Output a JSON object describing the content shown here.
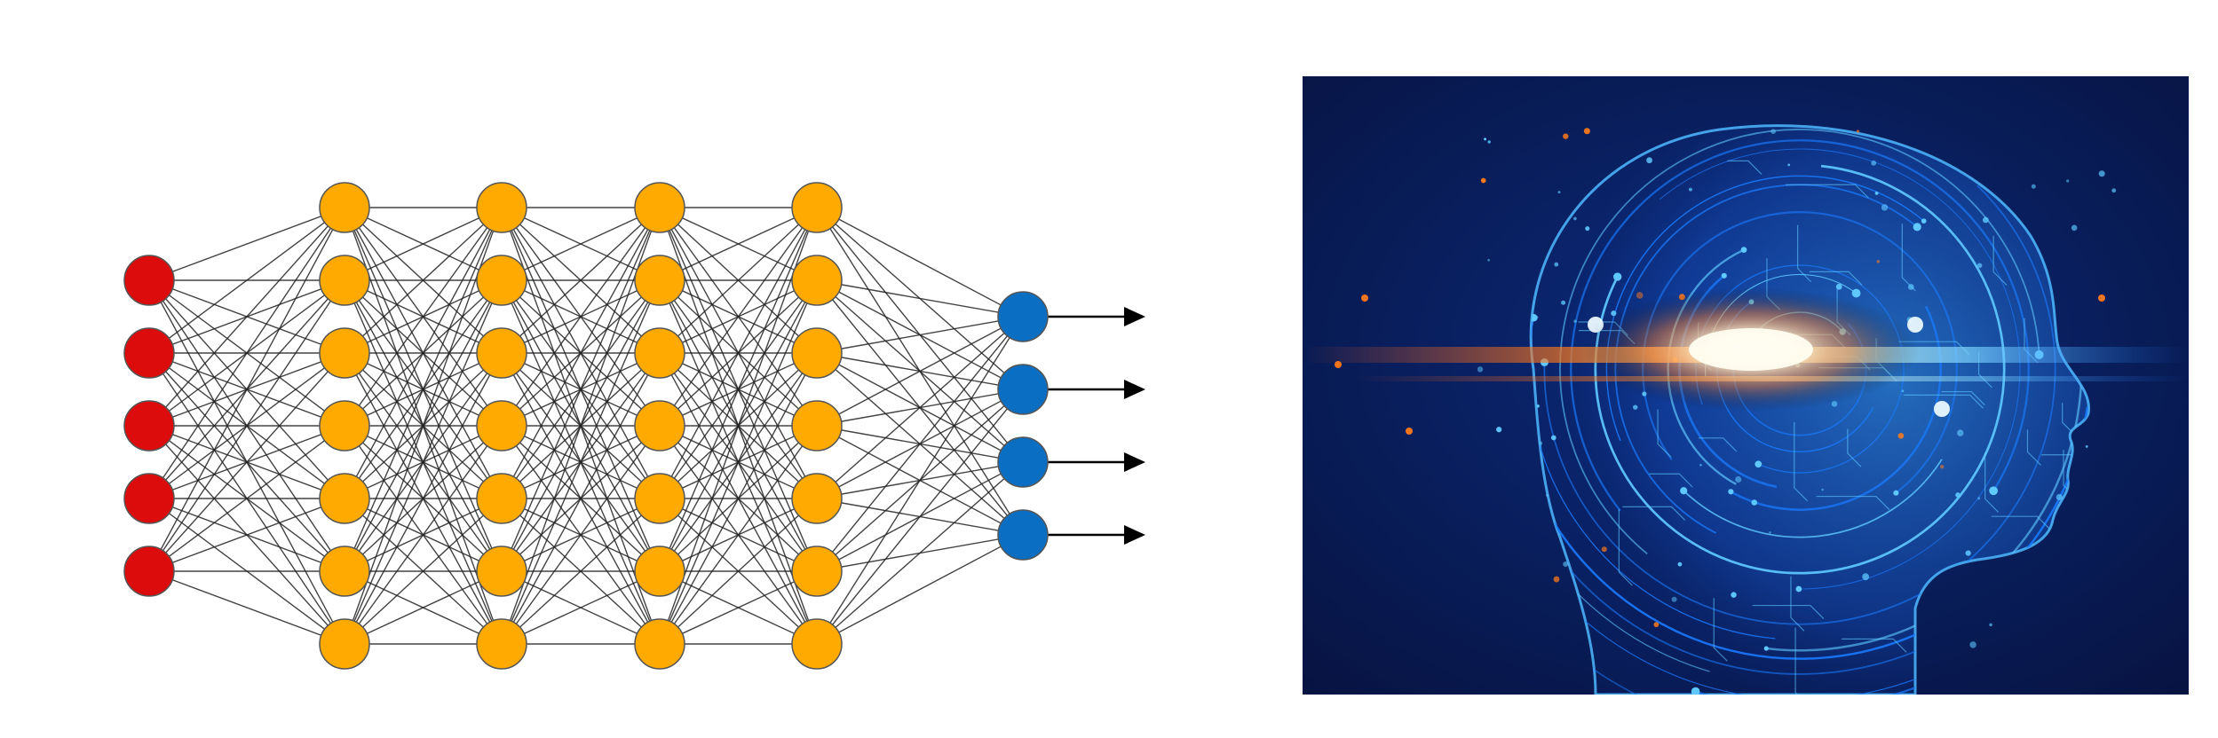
{
  "network": {
    "layers": [
      {
        "role": "input",
        "nodes": 5,
        "color": "#dd0c0c"
      },
      {
        "role": "hidden",
        "nodes": 7,
        "color": "#ffaa00"
      },
      {
        "role": "hidden",
        "nodes": 7,
        "color": "#ffaa00"
      },
      {
        "role": "hidden",
        "nodes": 7,
        "color": "#ffaa00"
      },
      {
        "role": "hidden",
        "nodes": 7,
        "color": "#ffaa00"
      },
      {
        "role": "output",
        "nodes": 4,
        "color": "#0a6fc2"
      }
    ],
    "edge_color": "#222222",
    "node_stroke": "#555555",
    "output_arrow_color": "#000000",
    "fully_connected": true
  },
  "illustration": {
    "subject": "ai-head-icon",
    "palette": {
      "background_dark": "#071341",
      "background_mid": "#0b2a7a",
      "circuit_blue": "#1a7bff",
      "circuit_light": "#5ec8ff",
      "glow_core": "#fffbe0",
      "glow_orange": "#ff7a1a"
    }
  }
}
